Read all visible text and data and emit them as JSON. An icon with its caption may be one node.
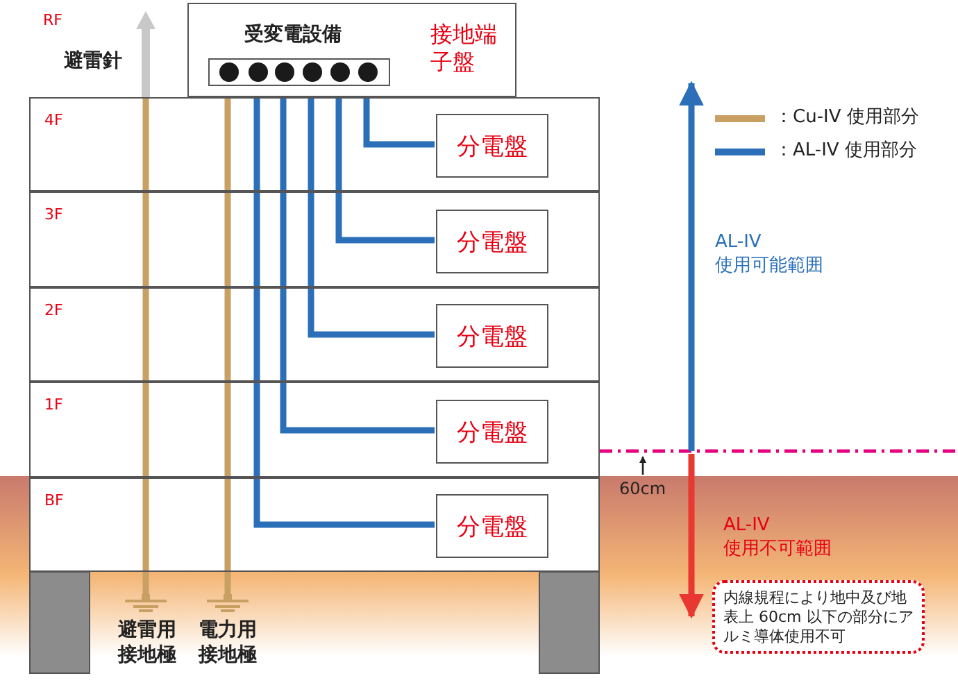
{
  "diagram": {
    "nodes": [
      {
        "text": [
          "避雷針"
        ]
      },
      {
        "text": [
          "受変電設備"
        ]
      },
      {
        "text": [
          "接地端子盤"
        ],
        "in": 1
      },
      {
        "text": [
          "4F"
        ]
      },
      {
        "text": [
          "分電盤"
        ],
        "in": 3
      },
      {
        "text": [
          "3F"
        ]
      },
      {
        "text": [
          "分電盤"
        ],
        "in": 5
      },
      {
        "text": [
          "2F"
        ]
      },
      {
        "text": [
          "分電盤"
        ],
        "in": 7
      },
      {
        "text": [
          "1F"
        ]
      },
      {
        "text": [
          "分電盤"
        ],
        "in": 9
      },
      {
        "text": [
          "BF"
        ]
      },
      {
        "text": [
          "分電盤"
        ],
        "in": 11
      },
      {
        "text": [
          "避雷用接地極"
        ]
      },
      {
        "text": [
          "電力用接地極"
        ]
      },
      {
        "text": [
          "内線規程により地中及び地表上 60cm 以下の部分にアルミ導体使用不可"
        ]
      }
    ],
    "edges": [
      {
        "from": 13,
        "to": 0,
        "arrow": "none",
        "color": "#c9a063"
      },
      {
        "from": 14,
        "to": 2,
        "arrow": "none",
        "color": "#c9a063"
      },
      {
        "from": 2,
        "to": 4,
        "arrow": "none"
      },
      {
        "from": 2,
        "to": 6,
        "arrow": "none"
      },
      {
        "from": 2,
        "to": 8,
        "arrow": "none"
      },
      {
        "from": 2,
        "to": 10,
        "arrow": "none"
      },
      {
        "from": 2,
        "to": 12,
        "arrow": "none"
      }
    ],
    "labels": [
      "RF",
      "AL-IV 使用可能範囲",
      "60cm",
      "AL-IV 使用不可範囲"
    ],
    "legend": [
      {
        "text": "：Cu-IV 使用部分",
        "color": "#c9a063"
      },
      {
        "text": "：AL-IV 使用部分",
        "color": "#2a6fb8"
      }
    ]
  }
}
